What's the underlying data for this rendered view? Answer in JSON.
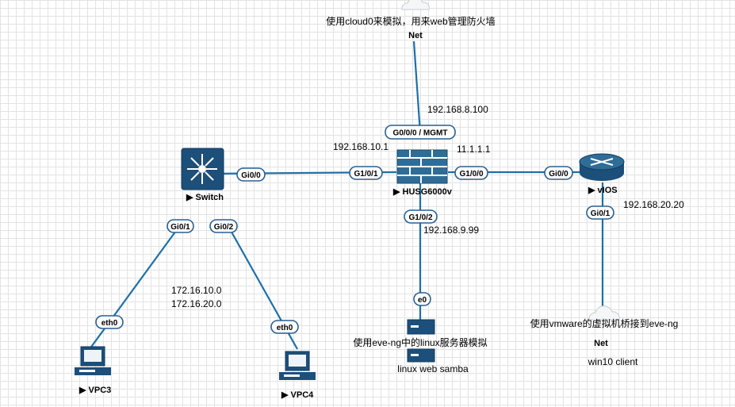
{
  "nodes": {
    "cloud_top": {
      "label": "Net",
      "note": "使用cloud0来模拟，用来web管理防火墙"
    },
    "firewall": {
      "label": "HUSG6000v"
    },
    "switch": {
      "label": "Switch"
    },
    "router": {
      "label": "vIOS"
    },
    "vpc3": {
      "label": "VPC3"
    },
    "vpc4": {
      "label": "VPC4"
    },
    "server": {
      "note": "使用eve-ng中的linux服务器模拟",
      "label": "linux web samba"
    },
    "cloud_bottom": {
      "label": "Net",
      "note": "使用vmware的虚拟机桥接到eve-ng",
      "sub": "win10 client"
    }
  },
  "ports": {
    "fw_mgmt": "G0/0/0 / MGMT",
    "fw_left": "G1/0/1",
    "fw_right": "G1/0/0",
    "fw_bottom": "G1/0/2",
    "sw_right": "Gi0/0",
    "sw_gi01": "Gi0/1",
    "sw_gi02": "Gi0/2",
    "router_left": "Gi0/0",
    "router_bottom": "Gi0/1",
    "vpc3_eth": "eth0",
    "vpc4_eth": "eth0",
    "server_e0": "e0"
  },
  "addresses": {
    "mgmt": "192.168.8.100",
    "fw_left": "192.168.10.1",
    "fw_right": "11.1.1.1",
    "fw_bottom": "192.168.9.99",
    "router": "192.168.20.20",
    "lan1": "172.16.10.0",
    "lan2": "172.16.20.0"
  },
  "colors": {
    "link": "#1f6fa8",
    "device": "#1c4f7a",
    "firewall": "#2f6d96"
  }
}
